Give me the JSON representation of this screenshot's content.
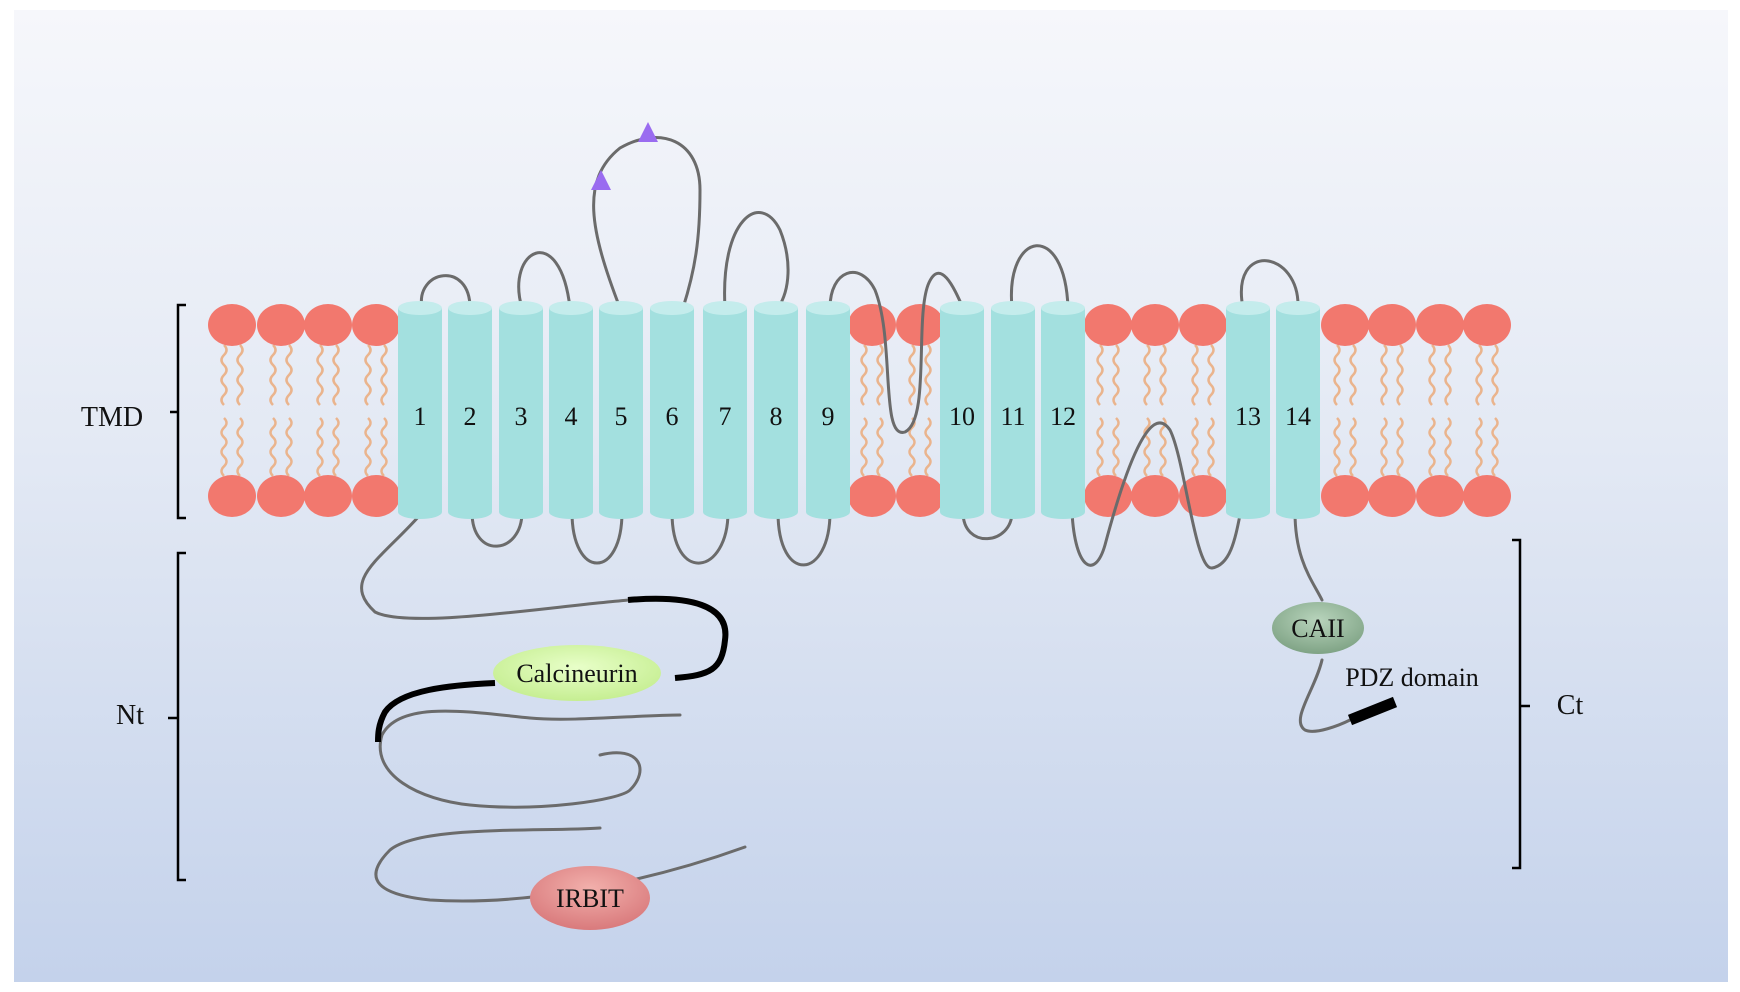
{
  "regions": {
    "tmd": "TMD",
    "nt": "Nt",
    "ct": "Ct"
  },
  "helices": [
    "1",
    "2",
    "3",
    "4",
    "5",
    "6",
    "7",
    "8",
    "9",
    "10",
    "11",
    "12",
    "13",
    "14"
  ],
  "binding_partners": {
    "calcineurin": "Calcineurin",
    "irbit": "IRBIT",
    "caii": "CAII",
    "pdz": "PDZ domain"
  },
  "colors": {
    "background_top": "#f5f6fa",
    "background_bottom": "#c6d3ec",
    "lipid_head": "#f2786e",
    "lipid_tail": "#eab48d",
    "helix": "#a3e0df",
    "helix_top": "#c4ecec",
    "loop": "#6a6a6a",
    "bold_segment": "#000000",
    "glycosylation": "#9a6cf0",
    "calcineurin": "#d4f5a5",
    "irbit": "#e79898",
    "caii": "#90b496"
  },
  "icons": {
    "glycosylation": "purple-triangle-icon"
  }
}
